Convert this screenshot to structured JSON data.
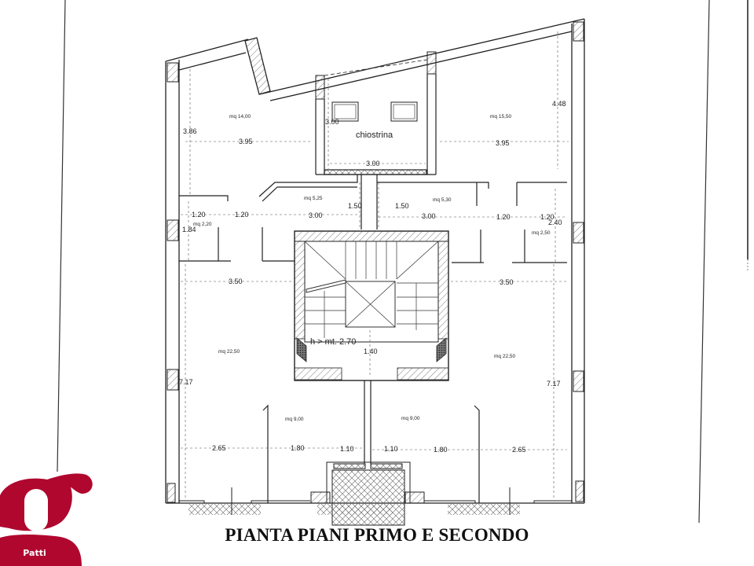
{
  "document": {
    "title": "PIANTA PIANI PRIMO E SECONDO",
    "type": "architectural floor plan (scanned)",
    "stair_note": "h > mt. 2.70"
  },
  "logo": {
    "glyph": "g",
    "label": "Patti",
    "color": "#b0072f"
  },
  "rooms": {
    "top_left": {
      "area": "mq 14,00",
      "height_dim": "3.86",
      "width_dim": "3.95"
    },
    "chiostrina": {
      "name": "chiostrina",
      "height_dim": "3.00",
      "width_dim": "3.00"
    },
    "top_right": {
      "area": "mq 15,50",
      "height_dim": "4.48",
      "width_dim": "3.95"
    },
    "hall_left": {
      "area": "mq 5,25",
      "depth_dim": "1.50",
      "width_dim": "3.00"
    },
    "hall_right": {
      "area": "mq 5,30",
      "depth_dim": "1.50",
      "width_dim": "3.00"
    },
    "bath_left": {
      "area": "mq 2,20",
      "height_dim": "1.84",
      "width_a": "1.20",
      "width_b": "1.20"
    },
    "bath_right": {
      "area": "mq 2,50",
      "height_dim": "2.40",
      "width_a": "1.20",
      "width_b": "1.20"
    },
    "living_left": {
      "area": "mq 22,50",
      "height_dim": "7.17",
      "width_top": "3.50",
      "width_bottom": "2.65"
    },
    "living_right": {
      "area": "mq 22,50",
      "height_dim": "7.17",
      "width_top": "3.50",
      "width_bottom": "2.65"
    },
    "small_left": {
      "area": "mq 9,00",
      "width_a": "1.80",
      "width_b": "1.10"
    },
    "small_right": {
      "area": "mq 9,00",
      "width_a": "1.80",
      "width_b": "1.10"
    },
    "stair_landing": {
      "depth_dim": "1.40"
    }
  }
}
